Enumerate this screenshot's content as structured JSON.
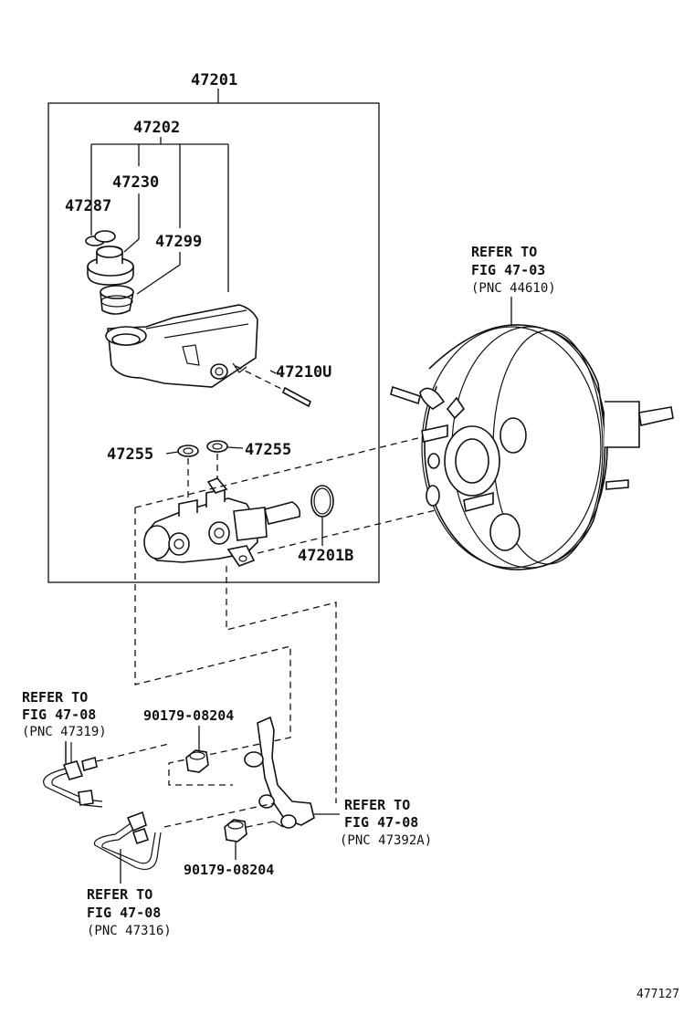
{
  "parts": {
    "p47201": "47201",
    "p47202": "47202",
    "p47230": "47230",
    "p47287": "47287",
    "p47299": "47299",
    "p47210U": "47210U",
    "p47255_left": "47255",
    "p47255_right": "47255",
    "p47201B": "47201B",
    "p90179_top": "90179-08204",
    "p90179_bottom": "90179-08204"
  },
  "references": {
    "booster": {
      "line1": "REFER TO",
      "line2": "FIG 47-03",
      "line3": "(PNC 44610)"
    },
    "left_tube": {
      "line1": "REFER TO",
      "line2": "FIG 47-08",
      "line3": "(PNC 47319)"
    },
    "bracket": {
      "line1": "REFER TO",
      "line2": "FIG 47-08",
      "line3": "(PNC 47392A)"
    },
    "bottom_tube": {
      "line1": "REFER TO",
      "line2": "FIG 47-08",
      "line3": "(PNC 47316)"
    }
  },
  "figure_id": "477127"
}
